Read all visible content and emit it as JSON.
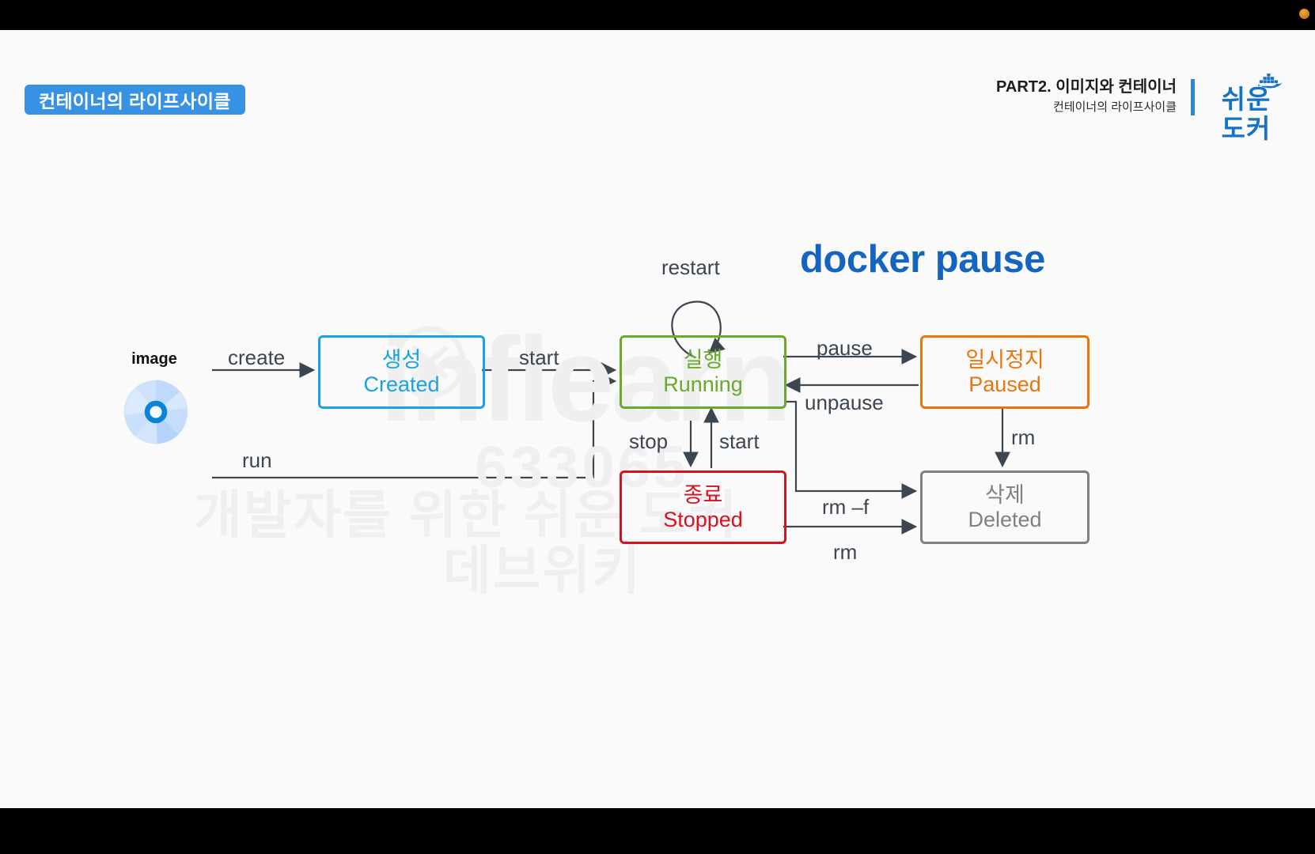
{
  "recording": {
    "indicator_color": "#d68a2a"
  },
  "header": {
    "badge_title": "컨테이너의 라이프사이클",
    "part_title": "PART2. 이미지와 컨테이너",
    "part_subtitle": "컨테이너의 라이프사이클",
    "logo_line1": "쉬운",
    "logo_line2": "도커",
    "logo_icon": "docker-whale-icon",
    "badge_color": "#3792e4",
    "logo_color": "#1572c6"
  },
  "watermark": {
    "brand": "inflearn",
    "number": "633065",
    "kr_line1": "개발자를 위한 쉬운 도커",
    "kr_line2": "데브위키"
  },
  "callout": {
    "command": "docker pause",
    "color": "#1565c0"
  },
  "diagram": {
    "source": {
      "label": "image",
      "icon": "disc-icon"
    },
    "nodes": [
      {
        "id": "created",
        "kr": "생성",
        "en": "Created",
        "color": "#1aa3e0"
      },
      {
        "id": "running",
        "kr": "실행",
        "en": "Running",
        "color": "#6aa92c"
      },
      {
        "id": "paused",
        "kr": "일시정지",
        "en": "Paused",
        "color": "#e8760c"
      },
      {
        "id": "stopped",
        "kr": "종료",
        "en": "Stopped",
        "color": "#d81020"
      },
      {
        "id": "deleted",
        "kr": "삭제",
        "en": "Deleted",
        "color": "#808080"
      }
    ],
    "edges": [
      {
        "id": "create",
        "label": "create",
        "from": "image",
        "to": "created"
      },
      {
        "id": "run",
        "label": "run",
        "from": "image",
        "to": "running"
      },
      {
        "id": "start1",
        "label": "start",
        "from": "created",
        "to": "running"
      },
      {
        "id": "restart",
        "label": "restart",
        "from": "running",
        "to": "running"
      },
      {
        "id": "pause",
        "label": "pause",
        "from": "running",
        "to": "paused"
      },
      {
        "id": "unpause",
        "label": "unpause",
        "from": "paused",
        "to": "running"
      },
      {
        "id": "stop",
        "label": "stop",
        "from": "running",
        "to": "stopped"
      },
      {
        "id": "start2",
        "label": "start",
        "from": "stopped",
        "to": "running"
      },
      {
        "id": "rm-paused",
        "label": "rm",
        "from": "paused",
        "to": "deleted"
      },
      {
        "id": "rm-force",
        "label": "rm –f",
        "from": "running",
        "to": "deleted"
      },
      {
        "id": "rm-stopped",
        "label": "rm",
        "from": "stopped",
        "to": "deleted"
      }
    ]
  }
}
